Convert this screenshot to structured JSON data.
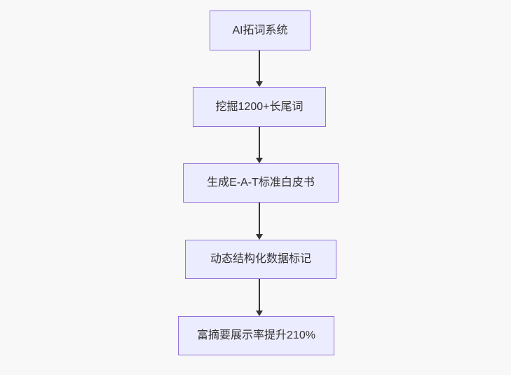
{
  "diagram": {
    "type": "flowchart",
    "direction": "top-down",
    "colors": {
      "background": "#f8f8f8",
      "node_fill": "#ececff",
      "node_border": "#9370db",
      "node_text": "#333333",
      "arrow": "#333333"
    },
    "nodes": [
      {
        "label": "AI拓词系统"
      },
      {
        "label": "挖掘1200+长尾词"
      },
      {
        "label": "生成E-A-T标准白皮书"
      },
      {
        "label": "动态结构化数据标记"
      },
      {
        "label": "富摘要展示率提升210%"
      }
    ],
    "edges": [
      {
        "from": 0,
        "to": 1
      },
      {
        "from": 1,
        "to": 2
      },
      {
        "from": 2,
        "to": 3
      },
      {
        "from": 3,
        "to": 4
      }
    ]
  }
}
